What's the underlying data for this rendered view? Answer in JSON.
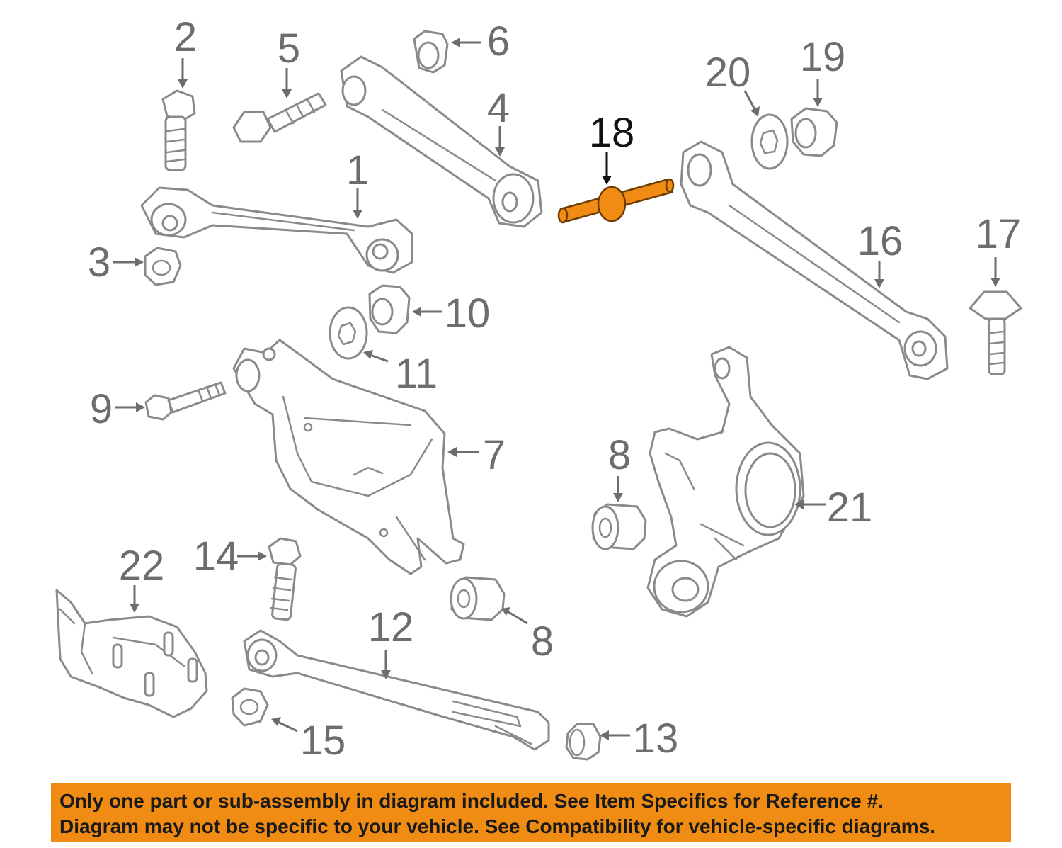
{
  "labels": {
    "p1": "1",
    "p2": "2",
    "p3": "3",
    "p4": "4",
    "p5": "5",
    "p6": "6",
    "p7": "7",
    "p8a": "8",
    "p8b": "8",
    "p9": "9",
    "p10": "10",
    "p11": "11",
    "p12": "12",
    "p13": "13",
    "p14": "14",
    "p15": "15",
    "p16": "16",
    "p17": "17",
    "p18": "18",
    "p19": "19",
    "p20": "20",
    "p21": "21",
    "p22": "22"
  },
  "highlight": {
    "part": "18",
    "color": "#f08c14"
  },
  "line_color": "#8a8a8a",
  "banner": {
    "line1": "Only one part or sub-assembly in diagram included. See Item Specifics for Reference #.",
    "line2": "Diagram may not be specific to your vehicle. See Compatibility for vehicle-specific diagrams.",
    "color": "#f08c14"
  }
}
